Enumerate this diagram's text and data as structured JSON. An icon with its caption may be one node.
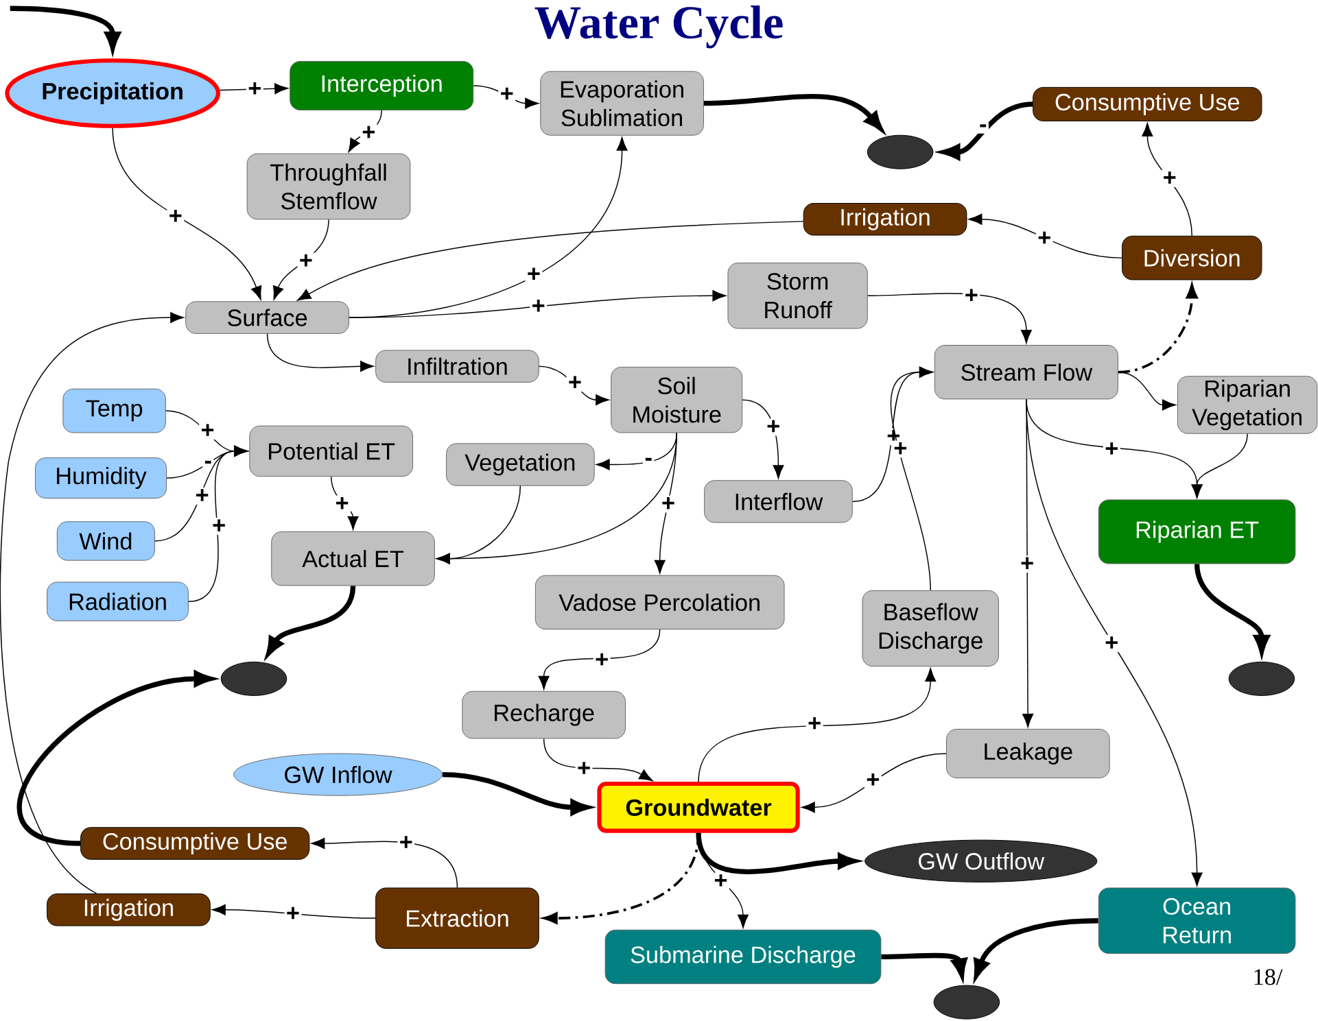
{
  "diagram": {
    "title": "Water Cycle",
    "nodes": [
      {
        "text": [
          "Precipitation"
        ]
      },
      {
        "text": [
          "Interception"
        ]
      },
      {
        "text": [
          "Evaporation Sublimation"
        ]
      },
      {
        "text": [
          "Throughfall Stemflow"
        ]
      },
      {
        "text": [
          "Consumptive Use"
        ]
      },
      {
        "text": [
          "Irrigation"
        ]
      },
      {
        "text": [
          "Diversion"
        ]
      },
      {
        "text": [
          "Surface"
        ]
      },
      {
        "text": [
          "Storm Runoff"
        ]
      },
      {
        "text": [
          "Infiltration"
        ]
      },
      {
        "text": [
          "Soil Moisture"
        ]
      },
      {
        "text": [
          "Stream Flow"
        ]
      },
      {
        "text": [
          "Riparian Vegetation"
        ]
      },
      {
        "text": [
          "Temp"
        ]
      },
      {
        "text": [
          "Potential ET"
        ]
      },
      {
        "text": [
          "Vegetation"
        ]
      },
      {
        "text": [
          "Humidity"
        ]
      },
      {
        "text": [
          "Interflow"
        ]
      },
      {
        "text": [
          "Riparian ET"
        ]
      },
      {
        "text": [
          "Wind"
        ]
      },
      {
        "text": [
          "Actual ET"
        ]
      },
      {
        "text": [
          "Radiation"
        ]
      },
      {
        "text": [
          "Vadose Percolation"
        ]
      },
      {
        "text": [
          "Baseflow Discharge"
        ]
      },
      {
        "text": [
          "Recharge"
        ]
      },
      {
        "text": [
          "Leakage"
        ]
      },
      {
        "text": [
          "GW Inflow"
        ]
      },
      {
        "text": [
          "Groundwater"
        ]
      },
      {
        "text": [
          "Consumptive Use"
        ]
      },
      {
        "text": [
          "GW Outflow"
        ]
      },
      {
        "text": [
          "Irrigation"
        ]
      },
      {
        "text": [
          "Extraction"
        ]
      },
      {
        "text": [
          "Ocean Return"
        ]
      },
      {
        "text": [
          "Submarine Discharge"
        ]
      },
      {
        "text": [],
        "shape": "ellipse"
      },
      {
        "text": [],
        "shape": "ellipse"
      },
      {
        "text": [],
        "shape": "ellipse"
      },
      {
        "text": [],
        "shape": "ellipse"
      }
    ],
    "edges": [
      {
        "from": null,
        "to": 0,
        "arrow": "to",
        "style": "thick"
      },
      {
        "from": 0,
        "to": 1,
        "arrow": "to",
        "label": "+"
      },
      {
        "from": 1,
        "to": 2,
        "arrow": "to",
        "label": "+"
      },
      {
        "from": 1,
        "to": 3,
        "arrow": "to",
        "label": "+"
      },
      {
        "from": 2,
        "to": 34,
        "arrow": "to",
        "style": "thick"
      },
      {
        "from": 4,
        "to": 34,
        "arrow": "to",
        "style": "thick",
        "label": "-"
      },
      {
        "from": 0,
        "to": 7,
        "arrow": "to",
        "label": "+"
      },
      {
        "from": 3,
        "to": 7,
        "arrow": "to",
        "label": "+"
      },
      {
        "from": 5,
        "to": 7,
        "arrow": "to"
      },
      {
        "from": 6,
        "to": 5,
        "arrow": "to",
        "label": "+"
      },
      {
        "from": 6,
        "to": 4,
        "arrow": "to",
        "label": "+"
      },
      {
        "from": 7,
        "to": 2,
        "arrow": "to",
        "label": "+"
      },
      {
        "from": 7,
        "to": 8,
        "arrow": "to",
        "label": "+"
      },
      {
        "from": 7,
        "to": 9,
        "arrow": "to"
      },
      {
        "from": 30,
        "to": 7,
        "arrow": "to"
      },
      {
        "from": 8,
        "to": 11,
        "arrow": "to",
        "label": "+"
      },
      {
        "from": 9,
        "to": 10,
        "arrow": "to",
        "label": "+"
      },
      {
        "from": 11,
        "to": 6,
        "arrow": "to",
        "style": "dashed"
      },
      {
        "from": 11,
        "to": 12,
        "arrow": "to"
      },
      {
        "from": 11,
        "to": 18,
        "arrow": "to",
        "label": "+"
      },
      {
        "from": 12,
        "to": 18,
        "arrow": "to"
      },
      {
        "from": 10,
        "to": 17,
        "arrow": "to",
        "label": "+"
      },
      {
        "from": 10,
        "to": 15,
        "arrow": "to",
        "label": "-"
      },
      {
        "from": 10,
        "to": 20,
        "arrow": "to"
      },
      {
        "from": 10,
        "to": 22,
        "arrow": "to",
        "label": "+"
      },
      {
        "from": 17,
        "to": 11,
        "arrow": "to",
        "label": "+"
      },
      {
        "from": 23,
        "to": 11,
        "arrow": "to",
        "label": "+"
      },
      {
        "from": 13,
        "to": 14,
        "arrow": "to",
        "label": "+"
      },
      {
        "from": 16,
        "to": 14,
        "arrow": "to",
        "label": "-"
      },
      {
        "from": 19,
        "to": 14,
        "arrow": "to",
        "label": "+"
      },
      {
        "from": 21,
        "to": 14,
        "arrow": "to",
        "label": "+"
      },
      {
        "from": 14,
        "to": 20,
        "arrow": "to",
        "label": "+"
      },
      {
        "from": 15,
        "to": 20,
        "arrow": "to"
      },
      {
        "from": 20,
        "to": 35,
        "arrow": "to",
        "style": "thick"
      },
      {
        "from": 18,
        "to": 36,
        "arrow": "to",
        "style": "thick"
      },
      {
        "from": 22,
        "to": 24,
        "arrow": "to",
        "label": "+"
      },
      {
        "from": 24,
        "to": 27,
        "arrow": "to",
        "label": "+"
      },
      {
        "from": 26,
        "to": 27,
        "arrow": "to",
        "style": "thick"
      },
      {
        "from": 11,
        "to": 25,
        "arrow": "to",
        "label": "+"
      },
      {
        "from": 11,
        "to": 32,
        "arrow": "to",
        "label": "+"
      },
      {
        "from": 25,
        "to": 27,
        "arrow": "to",
        "label": "+"
      },
      {
        "from": 27,
        "to": 23,
        "arrow": "to",
        "label": "+"
      },
      {
        "from": 27,
        "to": 29,
        "arrow": "to",
        "style": "thick"
      },
      {
        "from": 27,
        "to": 33,
        "arrow": "to",
        "label": "+"
      },
      {
        "from": 27,
        "to": 31,
        "arrow": "to",
        "style": "dashed"
      },
      {
        "from": 31,
        "to": 28,
        "arrow": "to",
        "label": "+"
      },
      {
        "from": 31,
        "to": 30,
        "arrow": "to",
        "label": "+"
      },
      {
        "from": 28,
        "to": 35,
        "arrow": "to",
        "style": "thick"
      },
      {
        "from": 33,
        "to": 37,
        "arrow": "to",
        "style": "thick"
      },
      {
        "from": 32,
        "to": 37,
        "arrow": "to",
        "style": "thick"
      }
    ],
    "labels": [
      "18/"
    ]
  }
}
